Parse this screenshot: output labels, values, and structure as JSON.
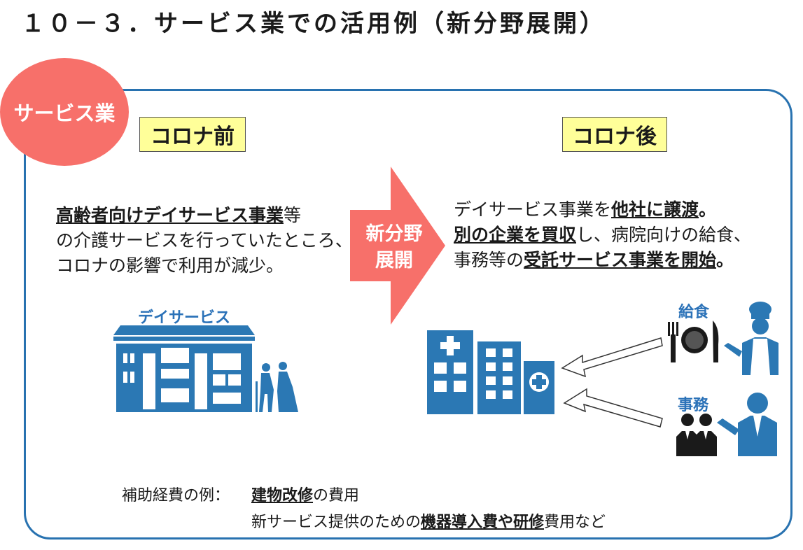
{
  "title": "１０－３．サービス業での活用例（新分野展開）",
  "badge": "サービス業",
  "before": {
    "label": "コロナ前",
    "line1_bold": "高齢者向けデイサービス事業",
    "line1_rest": "等",
    "line2": "の介護サービスを行っていたところ、",
    "line3": "コロナの影響で利用が減少。",
    "icon_title": "デイサービス"
  },
  "arrow": {
    "line1": "新分野",
    "line2": "展開"
  },
  "after": {
    "label": "コロナ後",
    "l1_a": "デイサービス事業を",
    "l1_b": "他社に譲渡",
    "l1_c": "。",
    "l2_a": "別の企業を買収",
    "l2_b": "し、病院向けの給食、",
    "l3_a": "事務等の",
    "l3_b": "受託サービス事業を開始",
    "l3_c": "。",
    "kyushoku": "給食",
    "jimu": "事務"
  },
  "footer": {
    "label": "補助経費の例：",
    "l1_a": "建物改修",
    "l1_b": "の費用",
    "l2_a": "新サービス提供のための",
    "l2_b": "機器導入費や研修",
    "l2_c": "費用など"
  },
  "colors": {
    "accent_blue": "#2872b0",
    "badge_red": "#f7706a",
    "label_yellow": "#ffff99",
    "icon_blue": "#2b78b4"
  }
}
